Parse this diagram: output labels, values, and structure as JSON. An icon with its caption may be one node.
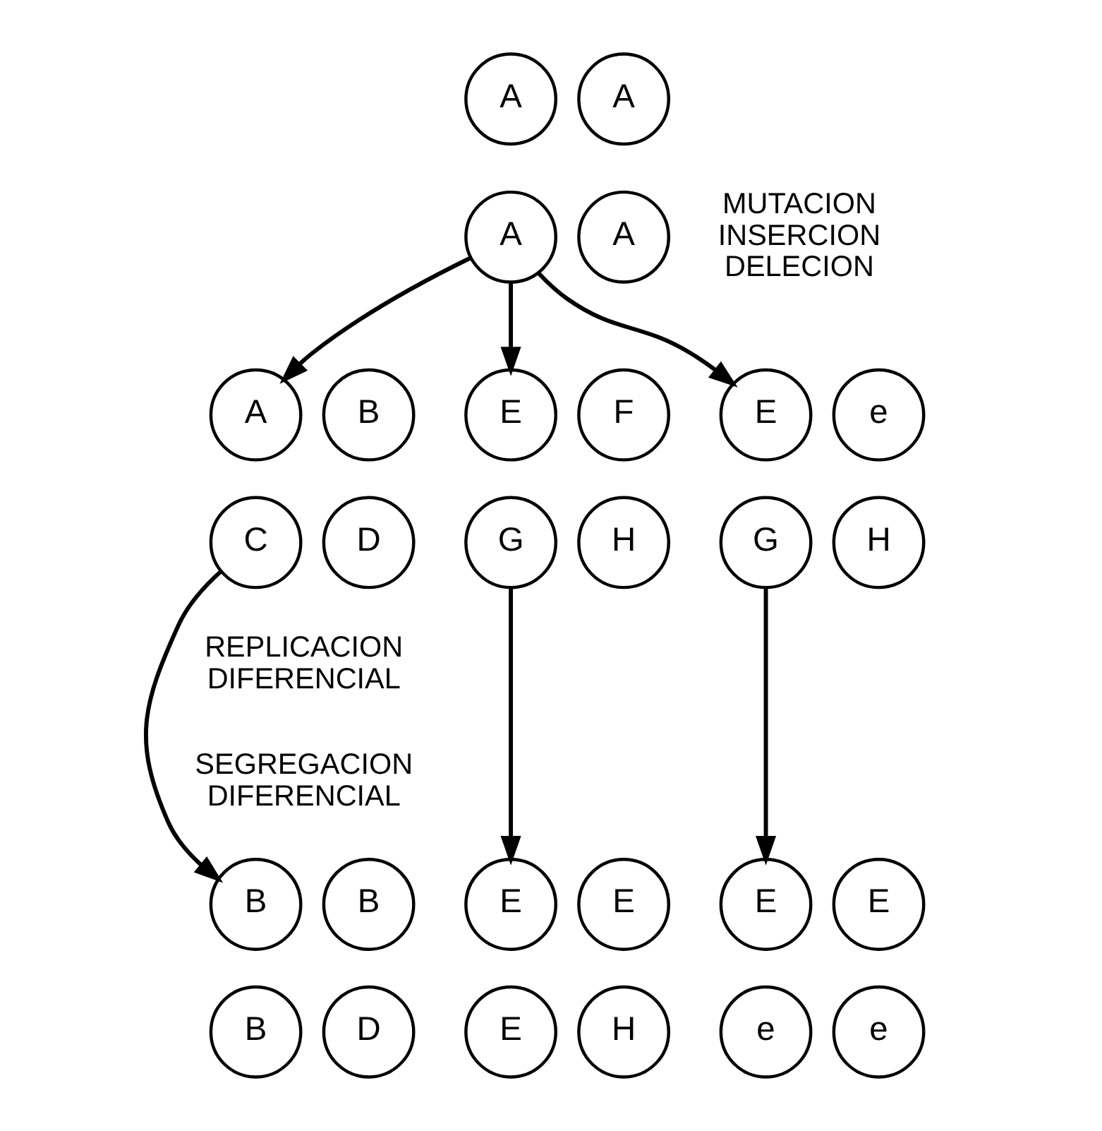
{
  "diagram": {
    "nodes": [
      {
        "text": [
          "A"
        ]
      },
      {
        "text": [
          "A"
        ]
      },
      {
        "text": [
          "A"
        ]
      },
      {
        "text": [
          "A"
        ]
      },
      {
        "text": [
          "A"
        ]
      },
      {
        "text": [
          "B"
        ]
      },
      {
        "text": [
          "C"
        ]
      },
      {
        "text": [
          "D"
        ]
      },
      {
        "text": [
          "E"
        ]
      },
      {
        "text": [
          "F"
        ]
      },
      {
        "text": [
          "G"
        ]
      },
      {
        "text": [
          "H"
        ]
      },
      {
        "text": [
          "E"
        ]
      },
      {
        "text": [
          "e"
        ]
      },
      {
        "text": [
          "G"
        ]
      },
      {
        "text": [
          "H"
        ]
      },
      {
        "text": [
          "B"
        ]
      },
      {
        "text": [
          "B"
        ]
      },
      {
        "text": [
          "B"
        ]
      },
      {
        "text": [
          "D"
        ]
      },
      {
        "text": [
          "E"
        ]
      },
      {
        "text": [
          "E"
        ]
      },
      {
        "text": [
          "E"
        ]
      },
      {
        "text": [
          "H"
        ]
      },
      {
        "text": [
          "E"
        ]
      },
      {
        "text": [
          "E"
        ]
      },
      {
        "text": [
          "e"
        ]
      },
      {
        "text": [
          "e"
        ]
      }
    ],
    "edges": [
      {
        "from": 2,
        "to": 4,
        "arrow": "to"
      },
      {
        "from": 2,
        "to": 8,
        "arrow": "to"
      },
      {
        "from": 2,
        "to": 12,
        "arrow": "to"
      },
      {
        "from": 6,
        "to": 16,
        "arrow": "to"
      },
      {
        "from": 10,
        "to": 20,
        "arrow": "to"
      },
      {
        "from": 14,
        "to": 24,
        "arrow": "to"
      }
    ],
    "labels": [
      "MUTACION INSERCION DELECION",
      "REPLICACION DIFERENCIAL",
      "SEGREGACION DIFERENCIAL"
    ]
  }
}
